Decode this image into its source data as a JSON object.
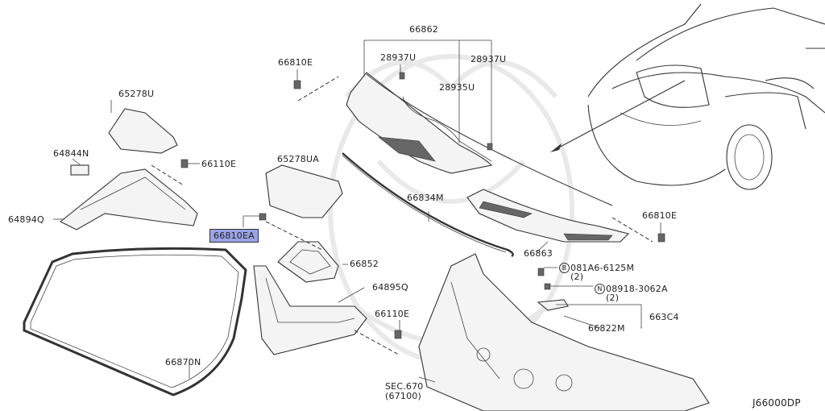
{
  "diagram": {
    "code": "J66000DP",
    "labels": {
      "p66862": "66862",
      "p28937u_left": "28937U",
      "p28937u_right": "28937U",
      "p28935u": "28935U",
      "p66810e_top": "66810E",
      "p66810e_right": "66810E",
      "p65278u": "65278U",
      "p65278ua": "65278UA",
      "p64844n": "64844N",
      "p66110e_top": "66110E",
      "p66110e_bottom": "66110E",
      "p64894q": "64894Q",
      "p66810ea": "66810EA",
      "p66834m": "66834M",
      "p66863": "66863",
      "p66852": "66852",
      "p64895q": "64895Q",
      "p081a6_text": "081A6-6125M",
      "p081a6_prefix": "B",
      "p081a6_qty": "(2)",
      "p08918_text": "08918-3062A",
      "p08918_prefix": "N",
      "p08918_qty": "(2)",
      "p663c4": "663C4",
      "p66822m": "66822M",
      "p66870n": "66870N",
      "sec670": "SEC.670",
      "sec670_sub": "(67100)"
    },
    "highlight_color": "#9aa3e6"
  }
}
